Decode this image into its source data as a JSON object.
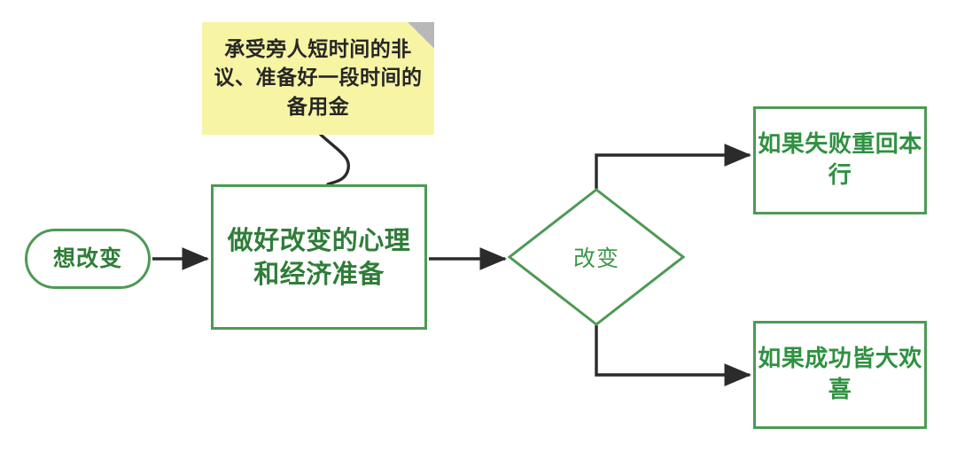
{
  "diagram": {
    "title": "改变流程图",
    "background": "#ffffff",
    "colors": {
      "node_border_green": "#4d9a55",
      "node_text_green": "#2f7d38",
      "outcome_text_green": "#2f9141",
      "decision_text_green": "#3d9648",
      "connector": "#2b2b2b",
      "note_background": "#f7f5a4",
      "note_fold": "#b8b8b8",
      "note_text": "#262626"
    }
  },
  "nodes": {
    "start": {
      "label": "想改变",
      "shape": "stadium"
    },
    "process": {
      "label": "做好改变的心理和经济准备",
      "shape": "rectangle"
    },
    "decision": {
      "label": "改变",
      "shape": "diamond"
    },
    "outcome_fail": {
      "label": "如果失败重回本行",
      "shape": "rectangle"
    },
    "outcome_success": {
      "label": "如果成功皆大欢喜",
      "shape": "rectangle"
    },
    "note": {
      "label": "承受旁人短时间的非议、准备好一段时间的备用金",
      "shape": "sticky-note"
    }
  },
  "edges": [
    {
      "from": "start",
      "to": "process",
      "style": "arrow",
      "label": ""
    },
    {
      "from": "process",
      "to": "decision",
      "style": "arrow",
      "label": ""
    },
    {
      "from": "decision",
      "to": "outcome_fail",
      "style": "elbow-arrow",
      "label": ""
    },
    {
      "from": "decision",
      "to": "outcome_success",
      "style": "elbow-arrow",
      "label": ""
    },
    {
      "from": "note",
      "to": "process",
      "style": "curve",
      "label": ""
    }
  ]
}
